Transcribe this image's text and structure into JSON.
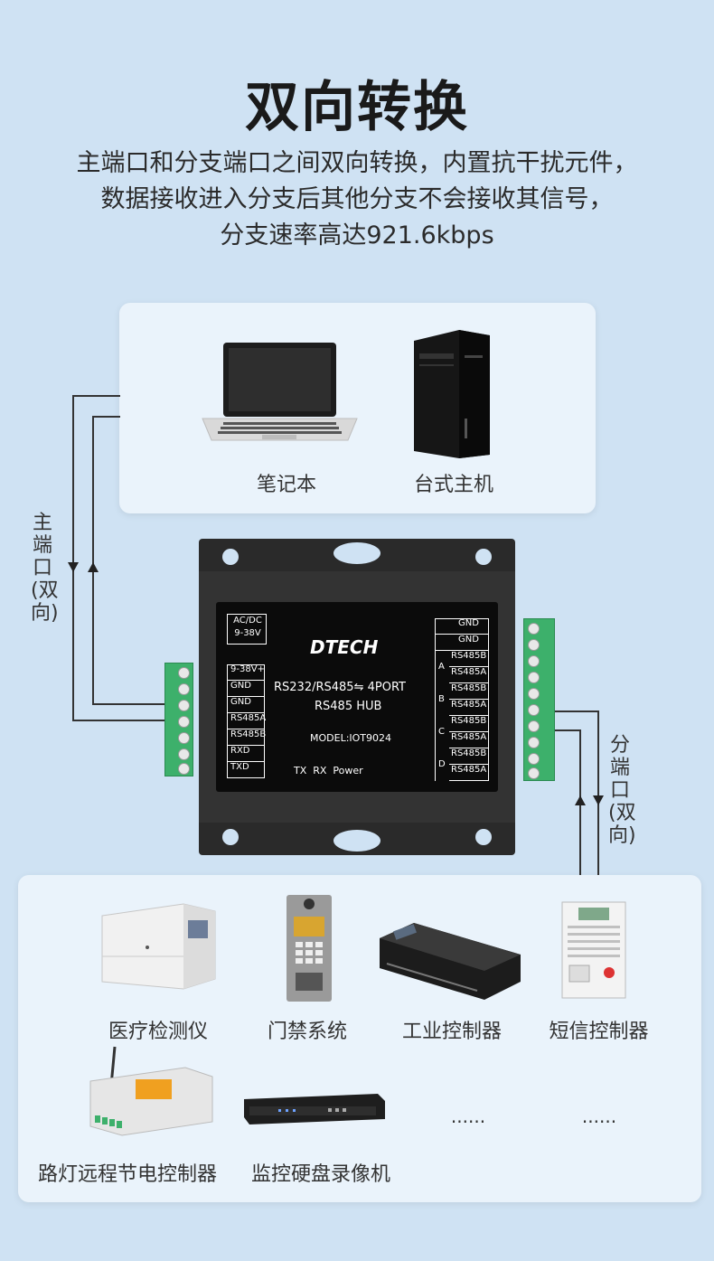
{
  "header": {
    "title": "双向转换",
    "desc_line1": "主端口和分支端口之间双向转换，内置抗干扰元件，",
    "desc_line2": "数据接收进入分支后其他分支不会接收其信号，",
    "desc_line3": "分支速率高达921.6kbps"
  },
  "top_devices": [
    {
      "label": "笔记本",
      "icon": "laptop-icon"
    },
    {
      "label": "台式主机",
      "icon": "desktop-tower-icon"
    }
  ],
  "side_labels": {
    "main_port": "主端口(双向)",
    "branch_port": "分端口(双向)"
  },
  "hub": {
    "power_label_1": "AC/DC",
    "power_label_2": "9-38V",
    "brand": "DTECH",
    "model_line1": "RS232/RS485⇋ 4PORT",
    "model_line2": "RS485 HUB",
    "model_no": "MODEL:IOT9024",
    "leds": "TX  RX  Power",
    "left_pins": [
      "9-38V+",
      "GND",
      "GND",
      "RS485A",
      "RS485B",
      "RXD",
      "TXD"
    ],
    "right_gnd": [
      "GND",
      "GND"
    ],
    "ports": [
      {
        "letter": "A",
        "b": "RS485B",
        "a": "RS485A"
      },
      {
        "letter": "B",
        "b": "RS485B",
        "a": "RS485A"
      },
      {
        "letter": "C",
        "b": "RS485B",
        "a": "RS485A"
      },
      {
        "letter": "D",
        "b": "RS485B",
        "a": "RS485A"
      }
    ]
  },
  "bottom_devices": [
    {
      "label": "医疗检测仪",
      "icon": "medical-analyzer-icon"
    },
    {
      "label": "门禁系统",
      "icon": "door-access-panel-icon"
    },
    {
      "label": "工业控制器",
      "icon": "industrial-controller-icon"
    },
    {
      "label": "短信控制器",
      "icon": "sms-controller-icon"
    },
    {
      "label": "路灯远程节电控制器",
      "icon": "streetlight-controller-icon"
    },
    {
      "label": "监控硬盘录像机",
      "icon": "dvr-recorder-icon"
    },
    {
      "label": "......",
      "icon": ""
    },
    {
      "label": "......",
      "icon": ""
    }
  ]
}
